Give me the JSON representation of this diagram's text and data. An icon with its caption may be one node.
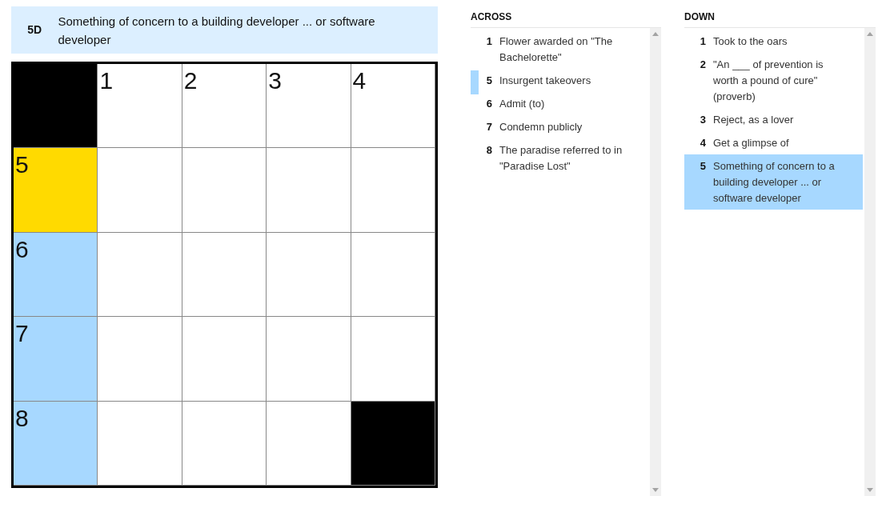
{
  "diagram": {
    "nodes": [
      {
        "text": [
          "5D",
          "Something of concern to a building developer ... or software developer"
        ]
      },
      {
        "text": [],
        "shape": "box"
      },
      {
        "text": [],
        "shape": "box",
        "in": 1
      },
      {
        "text": [
          "1"
        ],
        "in": 1
      },
      {
        "text": [
          "2"
        ],
        "in": 1
      },
      {
        "text": [
          "3"
        ],
        "in": 1
      },
      {
        "text": [
          "4"
        ],
        "in": 1
      },
      {
        "text": [
          "5"
        ],
        "in": 1
      },
      {
        "text": [],
        "shape": "box",
        "in": 1
      },
      {
        "text": [],
        "shape": "box",
        "in": 1
      },
      {
        "text": [],
        "shape": "box",
        "in": 1
      },
      {
        "text": [],
        "shape": "box",
        "in": 1
      },
      {
        "text": [
          "6"
        ],
        "in": 1
      },
      {
        "text": [],
        "shape": "box",
        "in": 1
      },
      {
        "text": [],
        "shape": "box",
        "in": 1
      },
      {
        "text": [],
        "shape": "box",
        "in": 1
      },
      {
        "text": [],
        "shape": "box",
        "in": 1
      },
      {
        "text": [
          "7"
        ],
        "in": 1
      },
      {
        "text": [],
        "shape": "box",
        "in": 1
      },
      {
        "text": [],
        "shape": "box",
        "in": 1
      },
      {
        "text": [],
        "shape": "box",
        "in": 1
      },
      {
        "text": [],
        "shape": "box",
        "in": 1
      },
      {
        "text": [
          "8"
        ],
        "in": 1
      },
      {
        "text": [],
        "shape": "box",
        "in": 1
      },
      {
        "text": [],
        "shape": "box",
        "in": 1
      },
      {
        "text": [],
        "shape": "box",
        "in": 1
      },
      {
        "text": [],
        "shape": "box",
        "in": 1
      },
      {
        "text": [
          "5",
          "Something of concern to a building developer ... or software developer"
        ]
      }
    ],
    "labels": [
      "ACROSS",
      "1",
      "Flower awarded on \"The Bachelorette\"",
      "5",
      "Insurgent takeovers",
      "6",
      "Admit (to)",
      "7",
      "Condemn publicly",
      "8",
      "The paradise referred to in \"Paradise Lost\"",
      "DOWN",
      "1",
      "Took to the oars",
      "2",
      "\"An ___ of prevention is worth a pound of cure\" (proverb)",
      "3",
      "Reject, as a lover",
      "4",
      "Get a glimpse of"
    ]
  }
}
